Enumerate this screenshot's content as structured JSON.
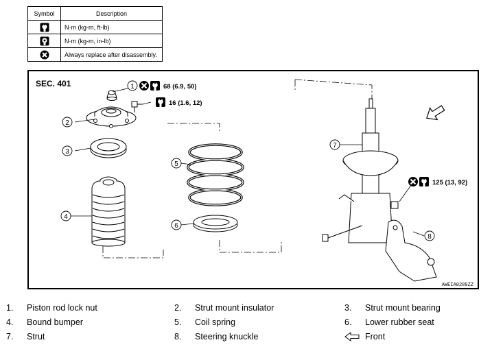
{
  "symbol_table": {
    "headers": [
      "Symbol",
      "Description"
    ],
    "rows": [
      {
        "icon": "torque-wrench-icon",
        "description": "N·m (kg-m, ft-lb)"
      },
      {
        "icon": "torque-wrench-small-icon",
        "description": "N·m (kg-m, in-lb)"
      },
      {
        "icon": "always-replace-icon",
        "description": "Always replace after disassembly."
      }
    ]
  },
  "diagram": {
    "section": "SEC. 401",
    "torque_labels": [
      "68 (6.9, 50)",
      "16 (1.6, 12)",
      "125 (13, 92)"
    ],
    "callouts": [
      "1",
      "2",
      "3",
      "4",
      "5",
      "6",
      "7",
      "8"
    ],
    "figure_code": "AWEIA0289ZZ",
    "front_arrow_icon": "front-arrow-icon"
  },
  "parts_legend": [
    {
      "num": "1.",
      "label": "Piston rod lock nut"
    },
    {
      "num": "2.",
      "label": "Strut mount insulator"
    },
    {
      "num": "3.",
      "label": "Strut mount bearing"
    },
    {
      "num": "4.",
      "label": "Bound bumper"
    },
    {
      "num": "5.",
      "label": "Coil spring"
    },
    {
      "num": "6.",
      "label": "Lower rubber seat"
    },
    {
      "num": "7.",
      "label": "Strut"
    },
    {
      "num": "8.",
      "label": "Steering knuckle"
    },
    {
      "num": "",
      "label": "Front",
      "icon": "front-arrow-icon"
    }
  ]
}
